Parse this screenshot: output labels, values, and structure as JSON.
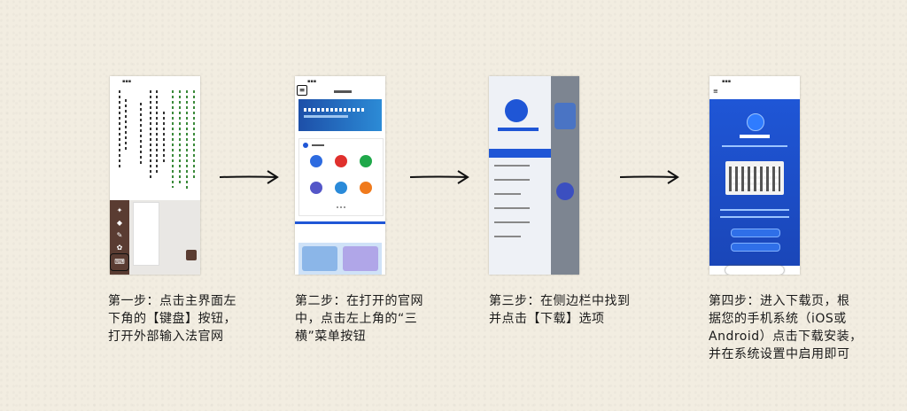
{
  "steps": [
    {
      "caption": "第一步：点击主界面左\n下角的【键盘】按钮，\n打开外部输入法官网"
    },
    {
      "caption": "第二步：在打开的官网\n中，点击左上角的“三\n横”菜单按钮"
    },
    {
      "caption": "第三步：在侧边栏中找到\n并点击【下载】选项"
    },
    {
      "caption": "第四步：进入下载页，根\n据您的手机系统（iOS或\nAndroid）点击下载安装，\n并在系统设置中启用即可"
    }
  ],
  "colors": {
    "accent_blue": "#1f56d6",
    "keyboard_brown": "#5a3c32"
  }
}
